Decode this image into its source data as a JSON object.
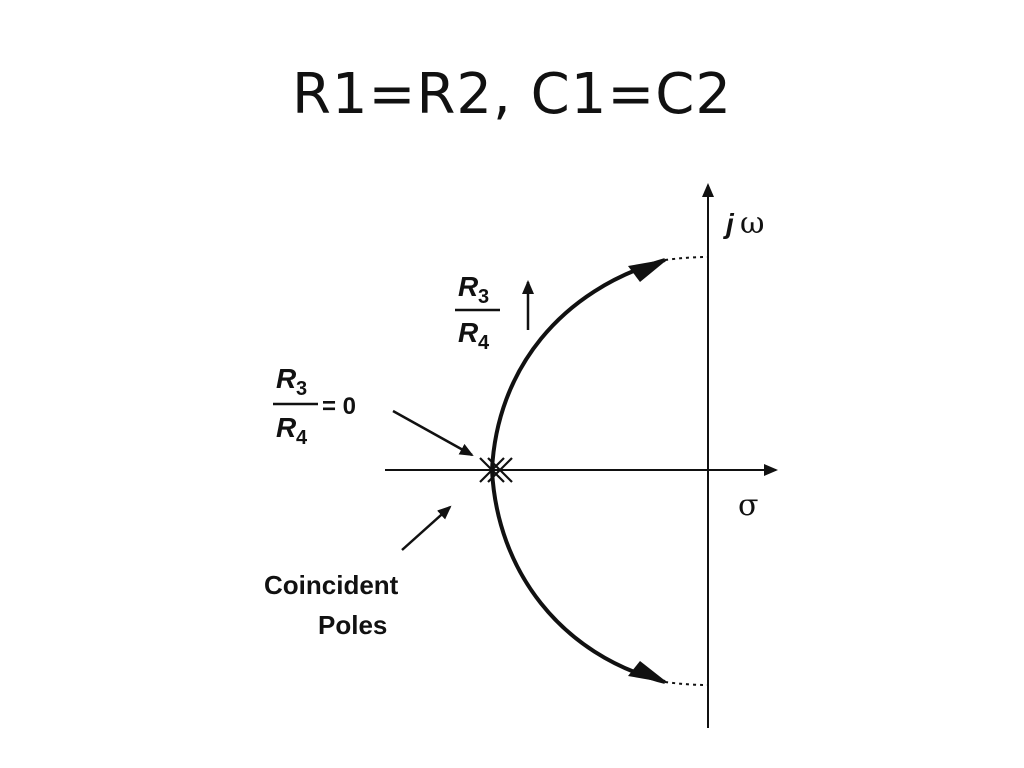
{
  "slide": {
    "title": "R1=R2, C1=C2"
  },
  "diagram": {
    "axes": {
      "imag_label_j": "j",
      "imag_label_omega": "ω",
      "real_label": "σ"
    },
    "top_label": {
      "numerator_letter": "R",
      "numerator_sub": "3",
      "denominator_letter": "R",
      "denominator_sub": "4"
    },
    "left_label": {
      "numerator_letter": "R",
      "numerator_sub": "3",
      "denominator_letter": "R",
      "denominator_sub": "4",
      "equals": "= 0"
    },
    "coincident_label": {
      "line1": "Coincident",
      "line2": "Poles"
    }
  }
}
